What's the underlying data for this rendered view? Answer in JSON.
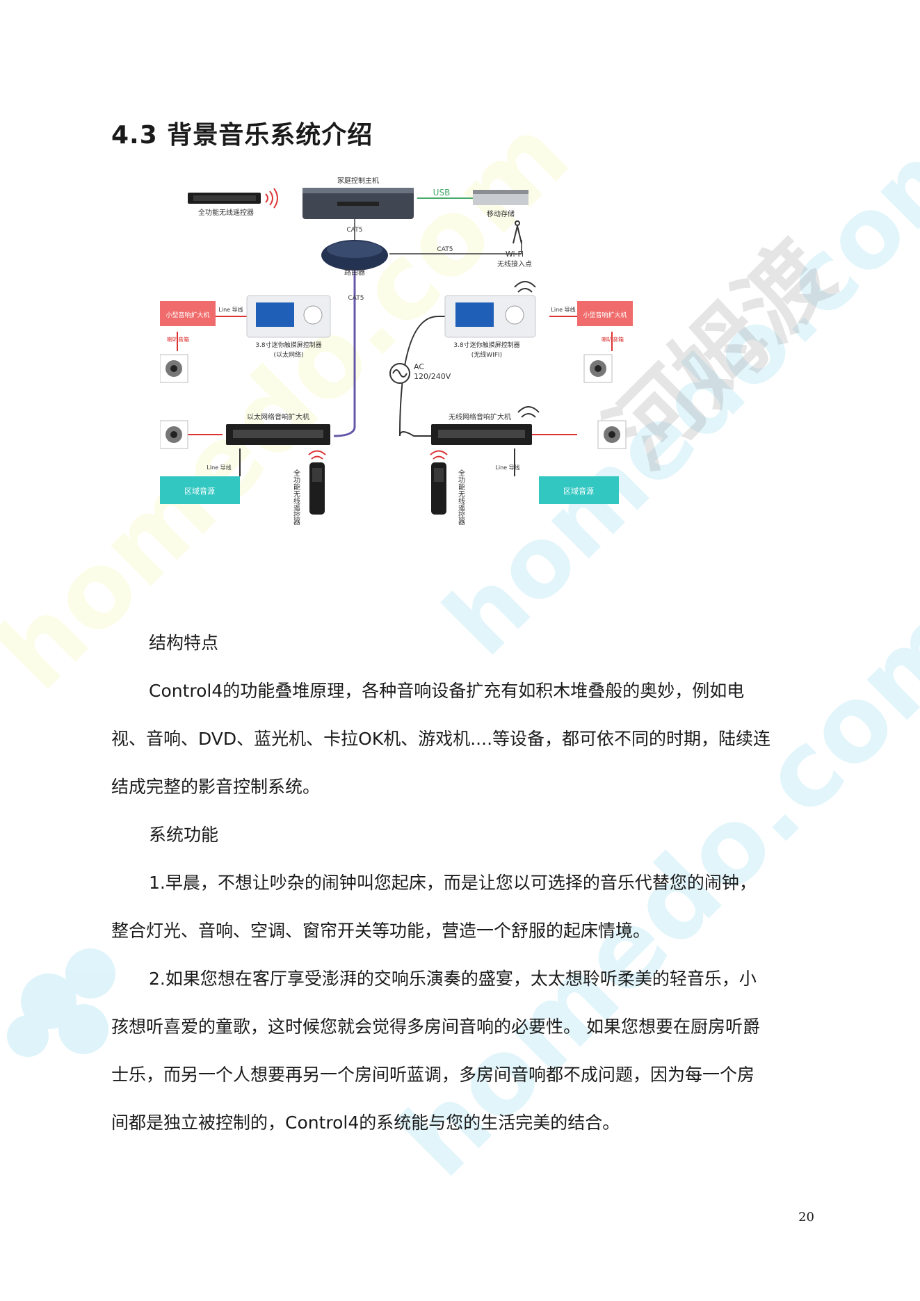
{
  "page": {
    "title": "4.3  背景音乐系统介绍",
    "page_number": "20",
    "watermark_text": "homedo.com",
    "watermark_brand": "河姆渡"
  },
  "diagram": {
    "host": "家庭控制主机",
    "remote_top": "全功能无线遥控器",
    "usb": "USB",
    "storage": "移动存储",
    "cat5_a": "CAT5",
    "router": "路由器",
    "cat5_b": "CAT5",
    "wifi": "Wi-Fi",
    "wifi_ap": "无线接入点",
    "cat5_c": "CAT5",
    "small_amp": "小型音响扩大机",
    "line_in_left": "Line 导线",
    "line_in_right": "Line 导线",
    "small_amp_right": "小型音响扩大机",
    "speaker_label": "喇叭音箱",
    "panel_left": "3.8寸迷你触摸屏控制器",
    "panel_left_sub": "(以太网络)",
    "panel_right": "3.8寸迷你触摸屏控制器",
    "panel_right_sub": "(无线WIFI)",
    "ac": "AC",
    "ac_voltage": "120/240V",
    "amp_left": "以太网络音响扩大机",
    "amp_right": "无线网络音响扩大机",
    "zone_source_left": "区域音源",
    "zone_source_right": "区域音源",
    "line_left": "Line 导线",
    "line_right": "Line 导线",
    "remote_left": "全功能无线遥控器",
    "remote_right": "全功能无线遥控器"
  },
  "content": {
    "heading1": "结构特点",
    "para1_l1": "Control4的功能叠堆原理，各种音响设备扩充有如积木堆叠般的奥妙，例如电",
    "para1_l2": "视、音响、DVD、蓝光机、卡拉OK机、游戏机....等设备，都可依不同的时期，陆续连",
    "para1_l3": "结成完整的影音控制系统。",
    "heading2": "系统功能",
    "para2_l1": "1.早晨，不想让吵杂的闹钟叫您起床，而是让您以可选择的音乐代替您的闹钟，",
    "para2_l2": "整合灯光、音响、空调、窗帘开关等功能，营造一个舒服的起床情境。",
    "para3_l1": "2.如果您想在客厅享受澎湃的交响乐演奏的盛宴，太太想聆听柔美的轻音乐，小",
    "para3_l2": "孩想听喜爱的童歌，这时候您就会觉得多房间音响的必要性。 如果您想要在厨房听爵",
    "para3_l3": "士乐，而另一个人想要再另一个房间听蓝调，多房间音响都不成问题，因为每一个房",
    "para3_l4": "间都是独立被控制的，Control4的系统能与您的生活完美的结合。"
  }
}
